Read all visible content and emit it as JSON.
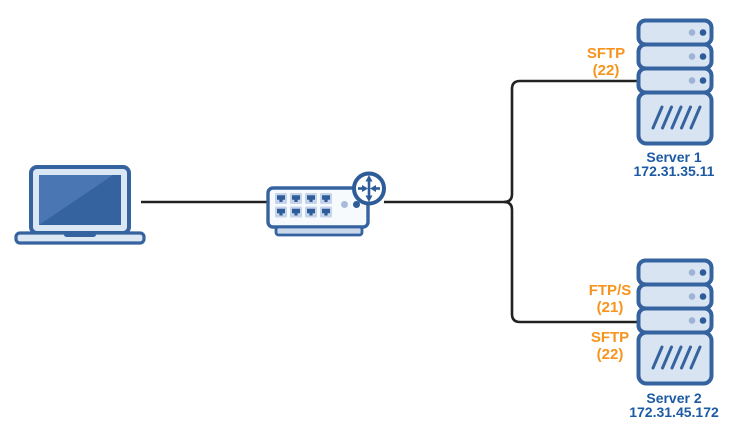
{
  "nodes": {
    "client": {
      "icon": "laptop-icon"
    },
    "switch": {
      "icon": "network-switch-icon",
      "badge_icon": "router-arrows-icon"
    },
    "server1": {
      "icon": "server-stack-icon",
      "name": "Server 1",
      "ip": "172.31.35.11"
    },
    "server2": {
      "icon": "server-stack-icon",
      "name": "Server 2",
      "ip": "172.31.45.172"
    }
  },
  "edges": {
    "server1_link": {
      "labels": [
        {
          "protocol": "SFTP",
          "port": "(22)"
        }
      ]
    },
    "server2_link": {
      "labels": [
        {
          "protocol": "FTP/S",
          "port": "(21)"
        },
        {
          "protocol": "SFTP",
          "port": "(22)"
        }
      ]
    }
  },
  "colors": {
    "protocol_label": "#F7941D",
    "node_label": "#1C5BA4",
    "icon_stroke": "#35639F",
    "icon_dark": "#2E5C99",
    "icon_fill_light": "#D9E4F3",
    "connector": "#222222"
  }
}
